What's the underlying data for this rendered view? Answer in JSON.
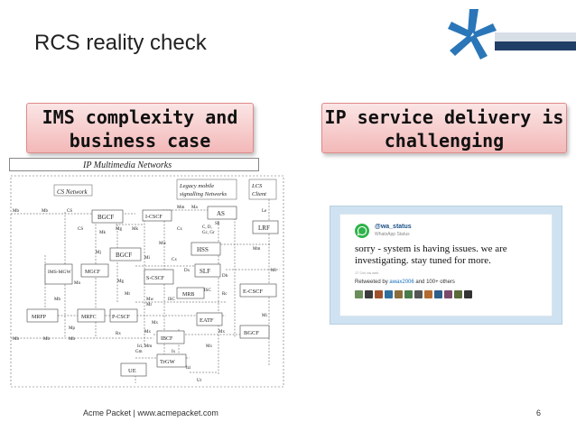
{
  "slide": {
    "title": "RCS reality check",
    "footer": "Acme Packet  |  www.acmepacket.com",
    "page_number": "6",
    "colors": {
      "accent": "#2b76b8",
      "dark_bar": "#1f3f66",
      "callout": "#f3b8b8"
    }
  },
  "callouts": {
    "left": [
      "IMS complexity and",
      "business case"
    ],
    "right": [
      "IP service delivery is",
      "challenging"
    ]
  },
  "diagram": {
    "header": "IP Multimedia Networks",
    "labels": {
      "cs_network": "CS Network",
      "legacy": [
        "Legacy mobile",
        "signalling Networks"
      ],
      "lcs": [
        "LCS",
        "Client"
      ],
      "nodes": [
        "BGCF",
        "I-CSCF",
        "AS",
        "LRF",
        "HSS",
        "BGCF",
        "SLF",
        "IMS-MGW",
        "MGCF",
        "S-CSCF",
        "MRB",
        "E-CSCF",
        "MRFP",
        "MRFC",
        "P-CSCF",
        "EATF",
        "IBCF",
        "BGCF",
        "TrGW",
        "UE"
      ],
      "interfaces": [
        "Mb",
        "Mb",
        "CS",
        "CS",
        "Mg",
        "Mk",
        "Mk",
        "Mj",
        "Mm",
        "Ma",
        "Sh",
        "Cx",
        "C, D,",
        "Gc, Gr",
        "Le",
        "Mw",
        "Mm",
        "Mi",
        "Cx",
        "Dx",
        "Dh",
        "Ml",
        "Mn",
        "Mg",
        "Mr",
        "Rc",
        "ISC",
        "Mw",
        "ISC",
        "Mb",
        "Mr",
        "Mp",
        "Mx",
        "Mx",
        "Mi",
        "Mb",
        "Mb",
        "Mb",
        "Rx",
        "Mx",
        "Ici, Mm",
        "Ix",
        "Gm",
        "Izi",
        "Ut",
        "Mx"
      ]
    }
  },
  "tweet": {
    "handle": "@wa_status",
    "name": "WhatsApp Status",
    "text": "sorry - system is having issues. we are investigating. stay tuned for more.",
    "time": "17 Oct via web",
    "retweet_prefix": "Retweeted by ",
    "retweet_user": "awax2006",
    "retweet_suffix": " and 100+ others",
    "logo_icon": "whatsapp-logo-icon"
  }
}
